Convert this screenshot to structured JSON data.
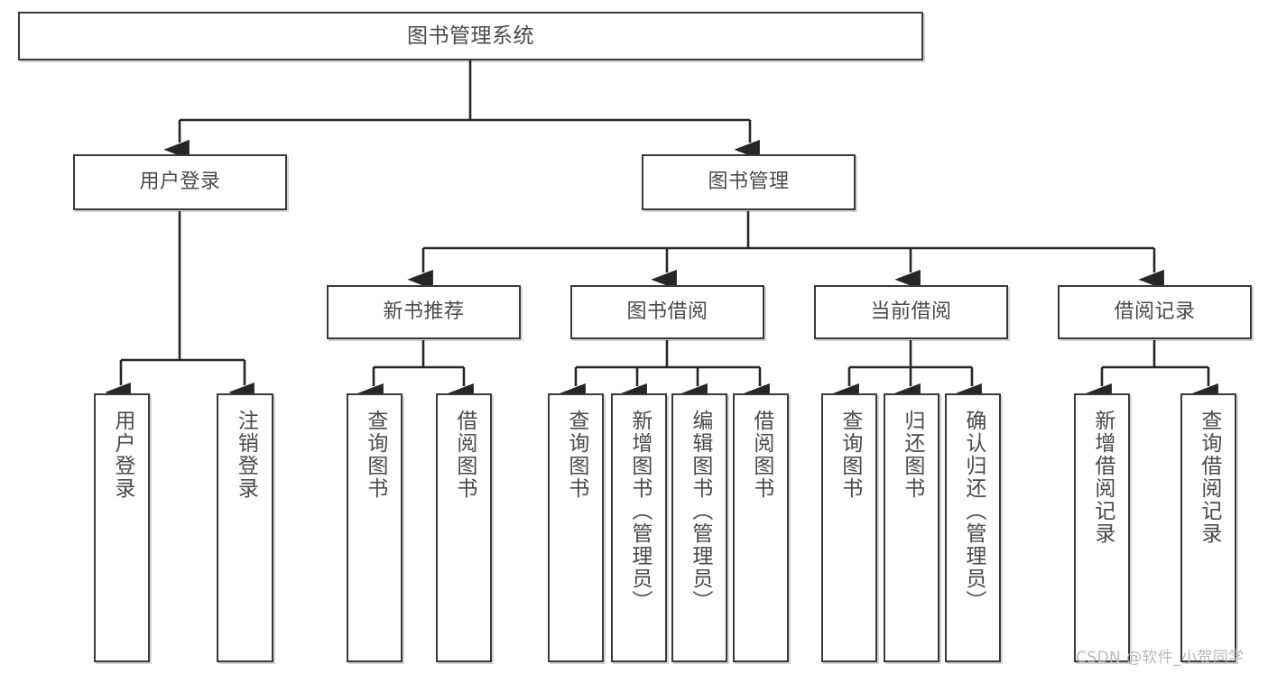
{
  "diagram": {
    "type": "tree",
    "title": "图书管理系统",
    "watermark": "CSDN @软件_小贺同学",
    "colors": {
      "box_border": "#3a3a3a",
      "box_fill": "#ffffff",
      "text": "#4a4a4a",
      "connector": "#262626",
      "watermark": "#b9b9b9",
      "background": "#ffffff"
    },
    "nodes": {
      "root": {
        "label": "图书管理系统"
      },
      "level2": [
        {
          "id": "user-login",
          "label": "用户登录"
        },
        {
          "id": "book-manage",
          "label": "图书管理"
        }
      ],
      "level3": [
        {
          "id": "new-book-recommend",
          "label": "新书推荐"
        },
        {
          "id": "book-borrow",
          "label": "图书借阅"
        },
        {
          "id": "current-borrow",
          "label": "当前借阅"
        },
        {
          "id": "borrow-record",
          "label": "借阅记录"
        }
      ],
      "leaves": {
        "user-login": [
          {
            "id": "leaf-user-login",
            "label": "用户登录"
          },
          {
            "id": "leaf-logout-login",
            "label": "注销登录"
          }
        ],
        "new-book-recommend": [
          {
            "id": "leaf-query-book-1",
            "label": "查询图书"
          },
          {
            "id": "leaf-borrow-book-1",
            "label": "借阅图书"
          }
        ],
        "book-borrow": [
          {
            "id": "leaf-query-book-2",
            "label": "查询图书"
          },
          {
            "id": "leaf-add-book",
            "label": "新增图书（管理员）"
          },
          {
            "id": "leaf-edit-book",
            "label": "编辑图书（管理员）"
          },
          {
            "id": "leaf-borrow-book-2",
            "label": "借阅图书"
          }
        ],
        "current-borrow": [
          {
            "id": "leaf-query-book-3",
            "label": "查询图书"
          },
          {
            "id": "leaf-return-book",
            "label": "归还图书"
          },
          {
            "id": "leaf-confirm-return",
            "label": "确认归还（管理员）"
          }
        ],
        "borrow-record": [
          {
            "id": "leaf-add-record",
            "label": "新增借阅记录"
          },
          {
            "id": "leaf-query-record",
            "label": "查询借阅记录"
          }
        ]
      }
    }
  }
}
